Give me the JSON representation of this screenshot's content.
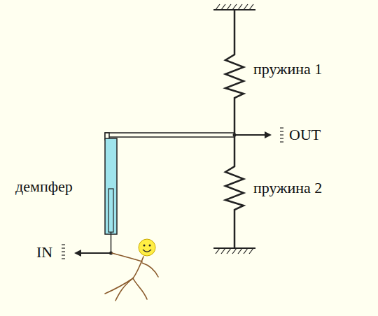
{
  "diagram": {
    "labels": [
      "пружина 1",
      "OUT",
      "демпфер",
      "пружина 2",
      "IN"
    ]
  }
}
